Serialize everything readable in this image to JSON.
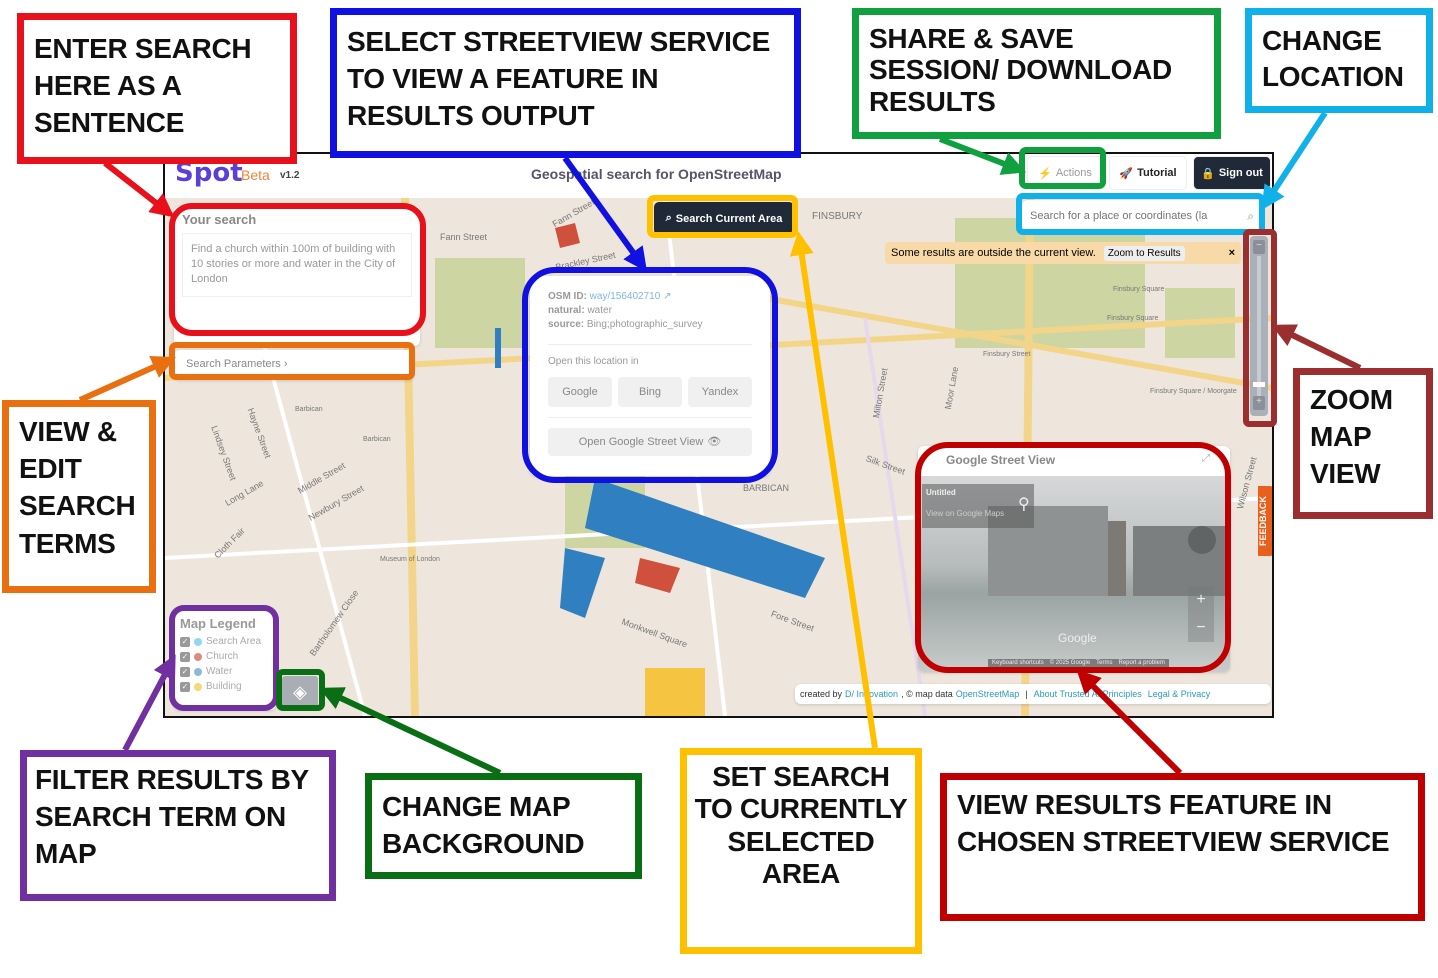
{
  "header": {
    "logo": "Spot",
    "beta": "Beta",
    "version": "v1.2",
    "title": "Geospatial search for OpenStreetMap",
    "actions": "Actions",
    "tutorial": "Tutorial",
    "sign_out": "Sign out"
  },
  "location_search": {
    "placeholder": "Search for a place or coordinates (la"
  },
  "notice": {
    "text": "Some results are outside the current view.",
    "zoom_button": "Zoom to Results",
    "close": "×"
  },
  "search_area_button": "Search Current Area",
  "search_panel": {
    "title": "Your search",
    "query": "Find a church within 100m of building with 10 stories or more and water in the City of London",
    "params": "Search Parameters ›"
  },
  "popup": {
    "osm_label": "OSM ID:",
    "osm_value": "way/156402710",
    "natural_label": "natural:",
    "natural_value": "water",
    "source_label": "source:",
    "source_value": "Bing;photographic_survey",
    "open_in": "Open this location in",
    "services": [
      "Google",
      "Bing",
      "Yandex"
    ],
    "street_view": "Open Google Street View"
  },
  "streetview": {
    "title": "Google Street View",
    "place": "Untitled",
    "maps_link": "View on Google Maps",
    "brand": "Google",
    "footer": [
      "Keyboard shortcuts",
      "© 2025 Google",
      "Terms",
      "Report a problem"
    ]
  },
  "feedback": "FEEDBACK",
  "attribution": {
    "created_by": "created by",
    "org": "D/ Innovation",
    "map_data": ", © map data",
    "osm": "OpenStreetMap",
    "about": "About Trusted AI Principles",
    "legal": "Legal & Privacy"
  },
  "legend": {
    "title": "Map Legend",
    "items": [
      {
        "label": "Search Area",
        "color": "#8fd8f0"
      },
      {
        "label": "Church",
        "color": "#e08a80"
      },
      {
        "label": "Water",
        "color": "#8cb8dc"
      },
      {
        "label": "Building",
        "color": "#f5d87a"
      }
    ]
  },
  "map_labels": [
    "Fann Street",
    "Fann Street",
    "Brackley Street",
    "FINSBURY",
    "Finsbury Square",
    "Finsbury Square",
    "Finsbury Street",
    "Milton Street",
    "Moor Lane",
    "Silk Street",
    "BARBICAN",
    "Barbican",
    "Barbican",
    "Hayne Street",
    "Lindsey Street",
    "Long Lane",
    "Middle Street",
    "Newbury Street",
    "Cloth Fair",
    "Museum of London",
    "Bartholomew Close",
    "Monkwell Square",
    "Fore Street",
    "Wilson Street",
    "Finsbury Square / Moorgate"
  ],
  "callouts": {
    "search": "ENTER SEARCH HERE AS A SENTENCE",
    "streetview_service": "SELECT STREETVIEW SERVICE TO VIEW A FEATURE IN RESULTS OUTPUT",
    "share": "SHARE & SAVE SESSION/ DOWNLOAD RESULTS",
    "location": "CHANGE LOCATION",
    "params": "VIEW & EDIT SEARCH TERMS",
    "zoom": "ZOOM MAP VIEW",
    "legend": "FILTER RESULTS BY SEARCH TERM ON MAP",
    "background": "CHANGE MAP BACKGROUND",
    "area": "SET SEARCH TO CURRENTLY SELECTED AREA",
    "result": "VIEW RESULTS FEATURE IN CHOSEN STREETVIEW SERVICE"
  },
  "colors": {
    "red": "#e8101a",
    "blue": "#1010e0",
    "green": "#10a040",
    "cyan": "#10b0e8",
    "orange": "#e87010",
    "maroon": "#9b2f2f",
    "purple": "#7030a0",
    "darkgreen": "#0a6e14",
    "yellow": "#ffc000",
    "darkred": "#c00000",
    "navy": "#1f2937"
  }
}
